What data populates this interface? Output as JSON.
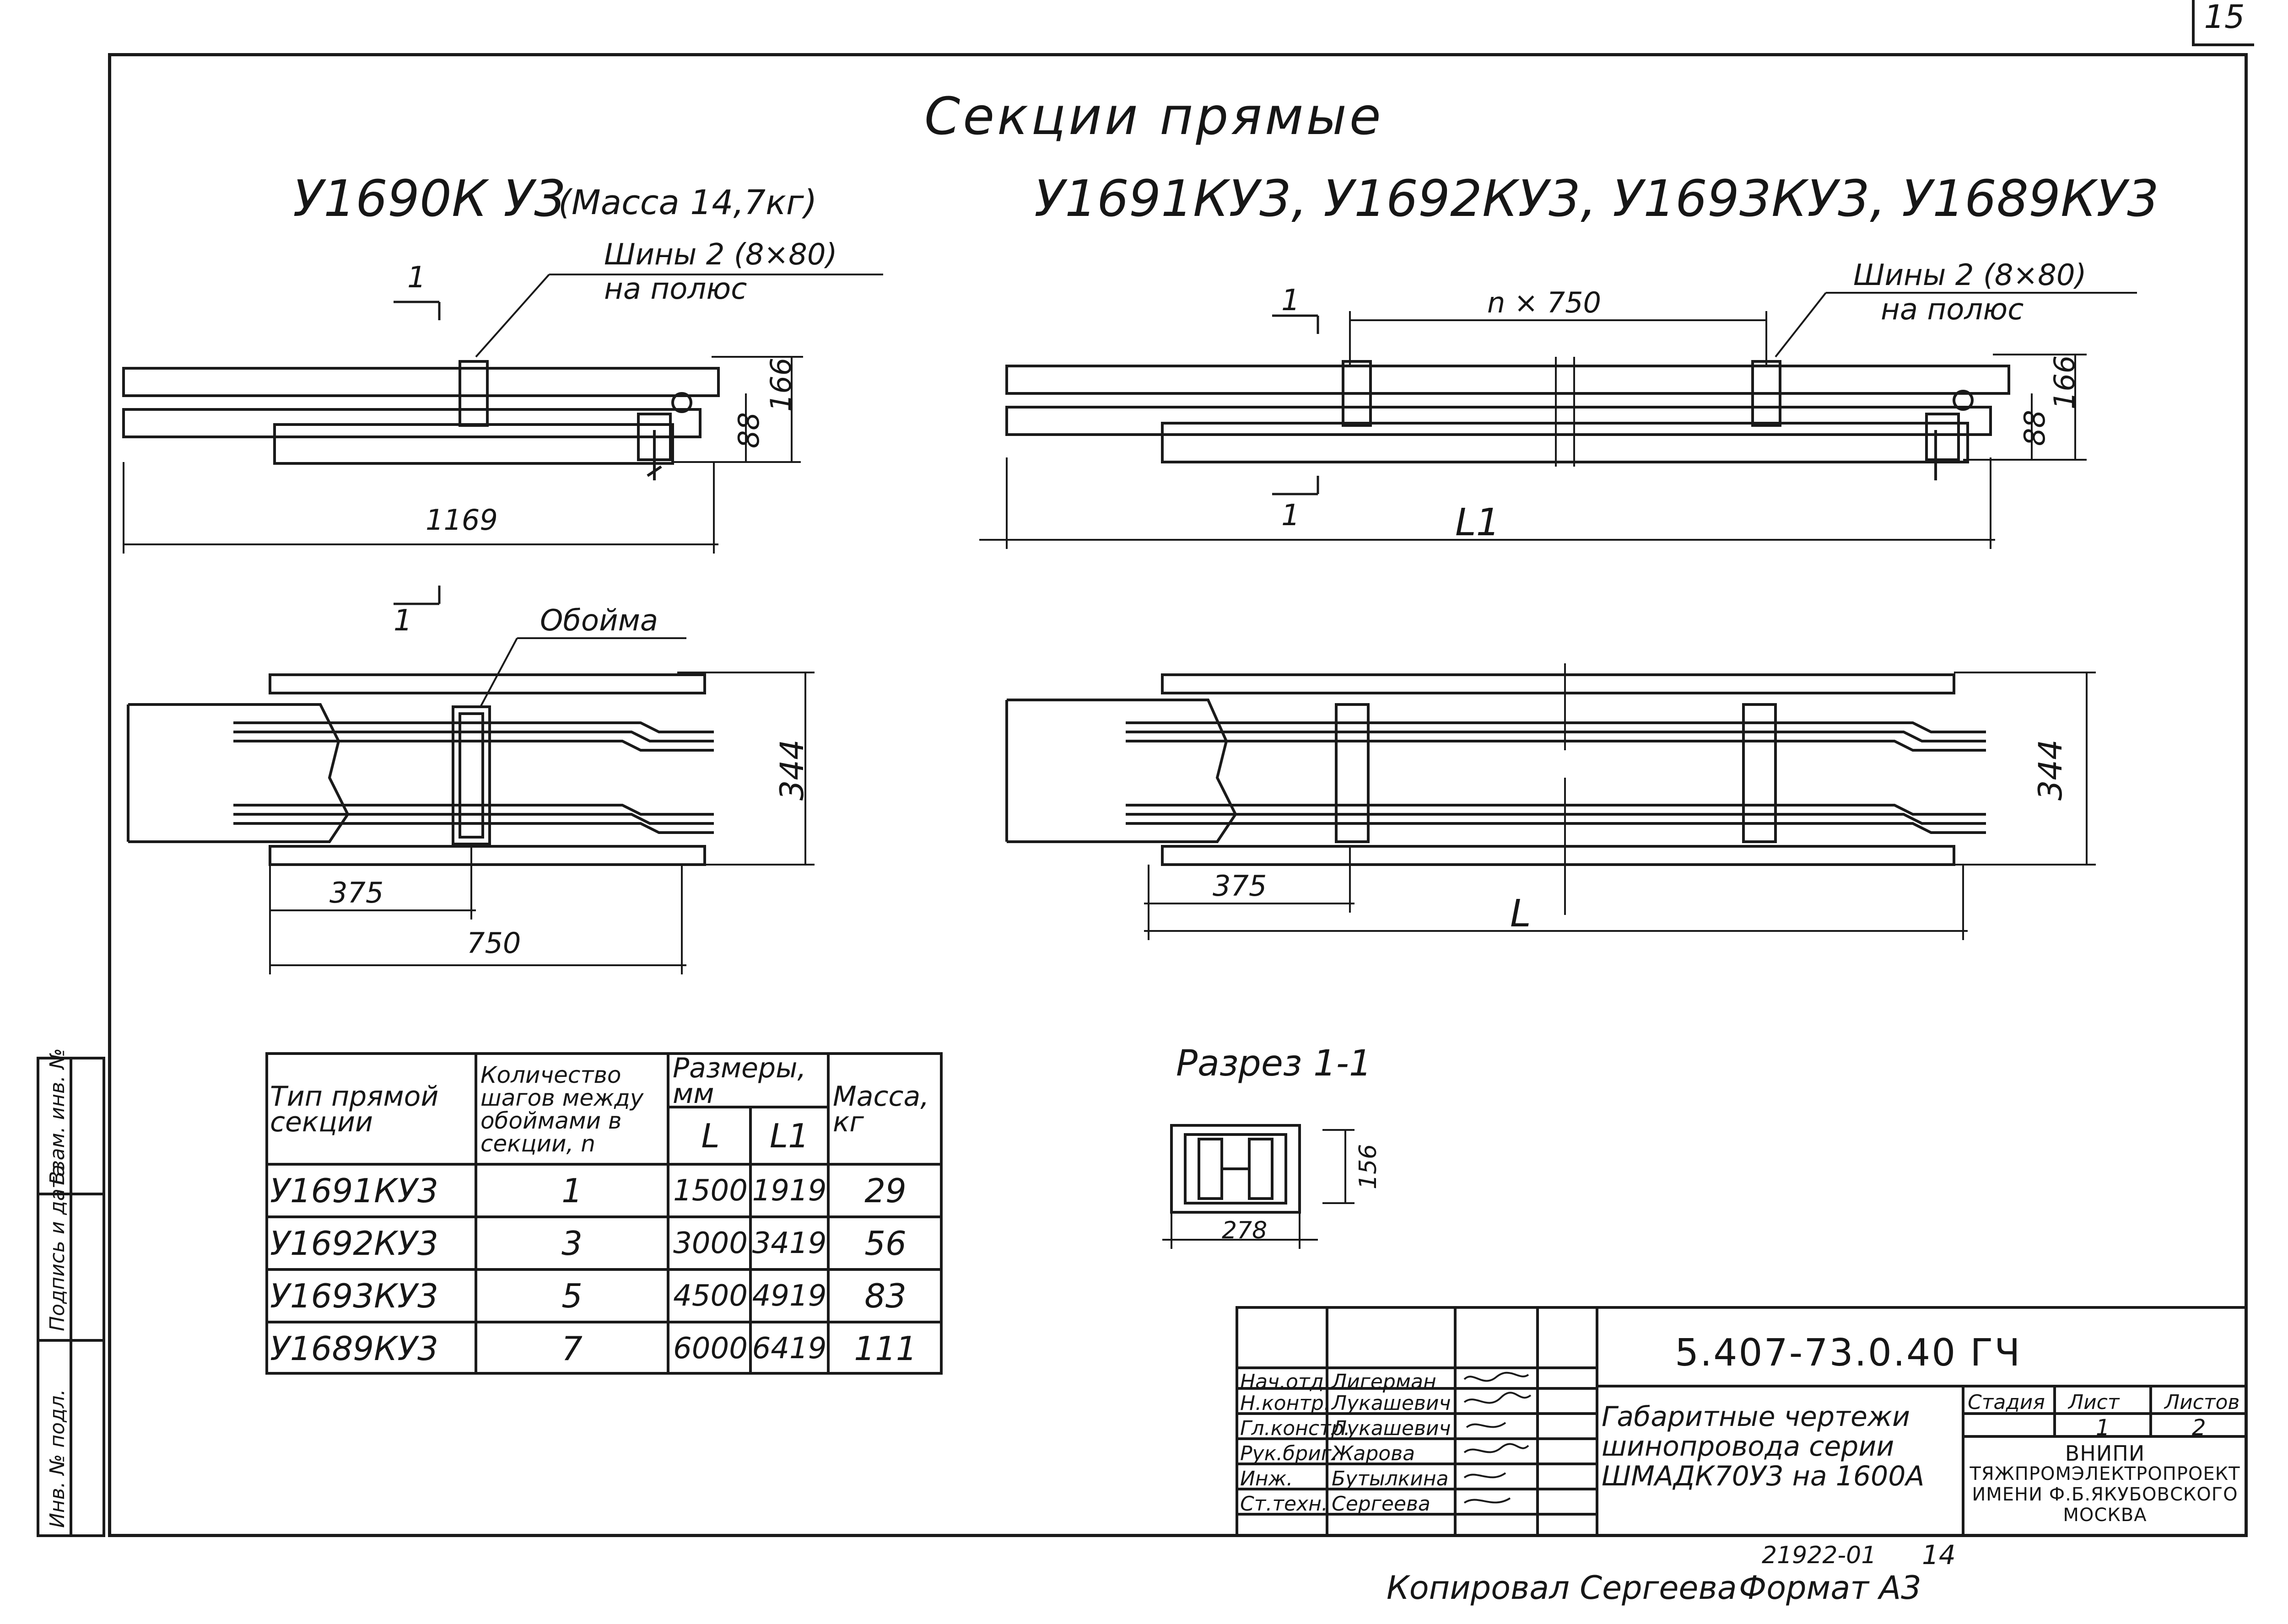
{
  "sheet": {
    "corner_number": "15",
    "title": "Секции прямые",
    "left_title": "У1690К У3",
    "left_mass": "(Масса 14,7кг)",
    "right_title": "У1691КУ3, У1692КУ3, У1693КУ3, У1689КУ3"
  },
  "left_view": {
    "bus_label_1": "Шины  2 (8×80)",
    "bus_label_2": "на полюс",
    "section_mark_top": "1",
    "section_mark_plan": "1",
    "dim_length": "1169",
    "dim_88": "88",
    "dim_166": "166",
    "clip_label": "Обойма",
    "dim_344": "344",
    "dim_375": "375",
    "dim_750": "750"
  },
  "right_view": {
    "bus_label_1": "Шины  2 (8×80)",
    "bus_label_2": "на полюс",
    "section_mark_top": "1",
    "section_mark_bottom": "1",
    "dim_nx750": "n × 750",
    "dim_L1": "L1",
    "dim_88": "88",
    "dim_166": "166",
    "dim_344": "344",
    "dim_375": "375",
    "dim_L": "L"
  },
  "section_cut": {
    "title": "Разрез 1-1",
    "dim_156": "156",
    "dim_278": "278"
  },
  "table": {
    "headers": {
      "type": "Тип прямой секции",
      "count": "Количество шагов между обоймами в секции, n",
      "sizes": "Размеры, мм",
      "L": "L",
      "L1": "L1",
      "mass": "Масса, кг"
    },
    "rows": [
      {
        "type": "У1691КУ3",
        "n": "1",
        "L": "1500",
        "L1": "1919",
        "mass": "29"
      },
      {
        "type": "У1692КУ3",
        "n": "3",
        "L": "3000",
        "L1": "3419",
        "mass": "56"
      },
      {
        "type": "У1693КУ3",
        "n": "5",
        "L": "4500",
        "L1": "4919",
        "mass": "83"
      },
      {
        "type": "У1689КУ3",
        "n": "7",
        "L": "6000",
        "L1": "6419",
        "mass": "111"
      }
    ]
  },
  "side_strip": {
    "cell_1": "Инв. № подл.",
    "cell_2": "Подпись и дата",
    "cell_3": "Взам. инв. №"
  },
  "title_block": {
    "code": "5.407-73.0.40 ГЧ",
    "roles": [
      "Нач.отд",
      "Н.контр.",
      "Гл.констр.",
      "Рук.бриг.",
      "Инж.",
      "Ст.техн."
    ],
    "names": [
      "Лигерман",
      "Лукашевич",
      "Лукашевич",
      "Жарова",
      "Бутылкина",
      "Сергеева"
    ],
    "doc_name_1": "Габаритные чертежи",
    "doc_name_2": "шинопровода серии",
    "doc_name_3": "ШМАДК70У3 на 1600А",
    "stage_header": "Стадия",
    "sheet_header": "Лист",
    "sheets_header": "Листов",
    "sheet_value": "1",
    "sheets_value": "2",
    "org_1": "ВНИПИ",
    "org_2": "ТЯЖПРОМЭЛЕКТРОПРОЕКТ",
    "org_3": "ИМЕНИ Ф.Б.ЯКУБОВСКОГО",
    "org_4": "МОСКВА"
  },
  "bottom_notes": {
    "doc_number": "21922-01",
    "page_number": "14",
    "copied": "Копировал Сергеева",
    "format": "Формат А3"
  }
}
